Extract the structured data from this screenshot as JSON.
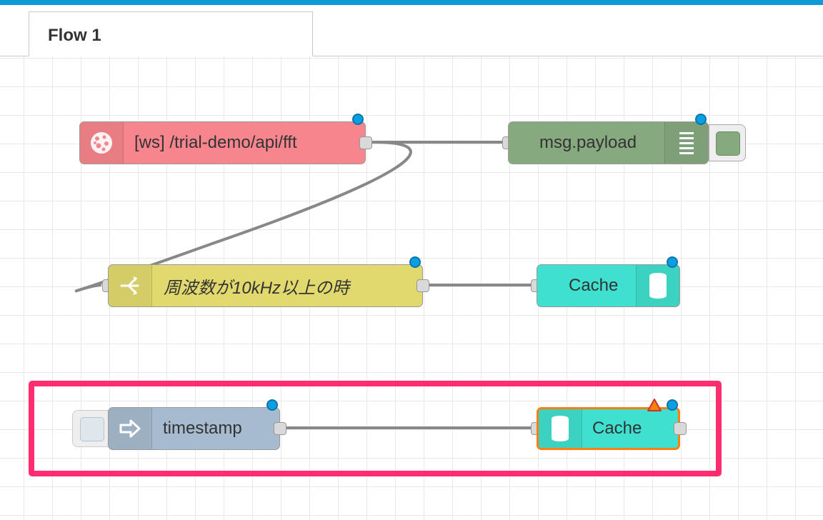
{
  "colors": {
    "topbar": "#0e9ad7",
    "websocket_node": "#f7858d",
    "debug_node": "#87a980",
    "switch_node": "#e2d96e",
    "cache_node": "#3fe0cf",
    "inject_node": "#a6bbcf",
    "highlight": "#ff2d6f",
    "selected_outline": "#ff7f0e"
  },
  "tabs": [
    {
      "label": "Flow 1",
      "active": true
    }
  ],
  "nodes": {
    "websocket_in": {
      "label": "[ws] /trial-demo/api/fft",
      "icon": "websocket-icon"
    },
    "debug": {
      "label": "msg.payload",
      "icon": "debug-list-icon"
    },
    "switch": {
      "label": "周波数が10kHz以上の時",
      "icon": "switch-icon"
    },
    "cache_top": {
      "label": "Cache",
      "icon": "database-icon"
    },
    "inject": {
      "label": "timestamp",
      "icon": "inject-arrow-icon"
    },
    "cache_bottom": {
      "label": "Cache",
      "icon": "database-icon",
      "warning": true
    }
  }
}
